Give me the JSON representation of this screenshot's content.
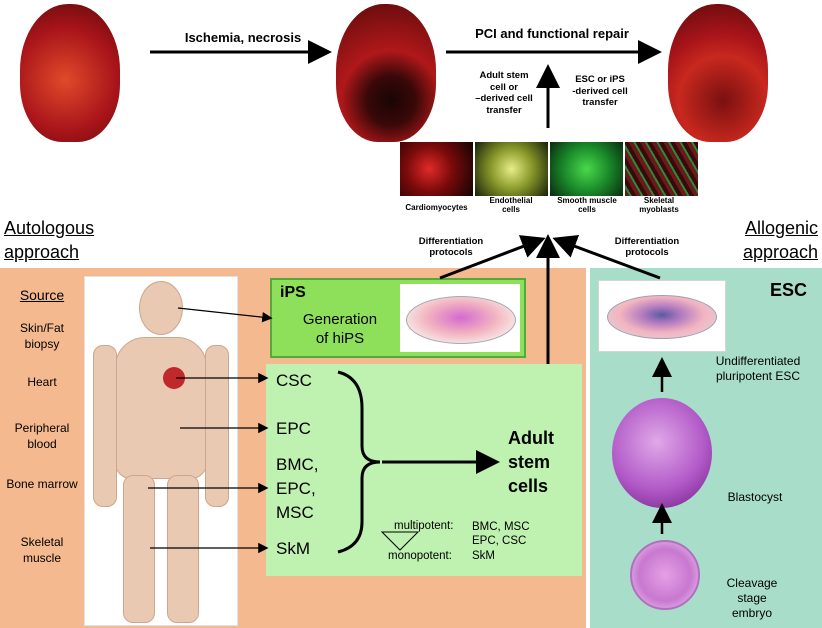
{
  "top": {
    "arrow1_label": "Ischemia, necrosis",
    "arrow2_label": "PCI and functional repair",
    "adult_transfer": [
      "Adult stem",
      "cell or",
      "–derived cell",
      "transfer"
    ],
    "esc_transfer": [
      "ESC or iPS",
      "-derived cell",
      "transfer"
    ]
  },
  "cells": [
    {
      "label": "Cardiomyocytes",
      "color": "#b8161b"
    },
    {
      "label": "Endothelial cells",
      "color": "#c9d05a"
    },
    {
      "label": "Smooth muscle cells",
      "color": "#2aa83a"
    },
    {
      "label": "Skeletal myoblasts",
      "color": "#7a2a2a"
    }
  ],
  "approaches": {
    "autologous": [
      "Autologous",
      "approach"
    ],
    "allogenic": [
      "Allogenic",
      "approach"
    ]
  },
  "differentiation": {
    "left": [
      "Differentiation",
      "protocols"
    ],
    "right": [
      "Differentiation",
      "protocols"
    ]
  },
  "source": {
    "title": "Source",
    "items": [
      "Skin/Fat biopsy",
      "Heart",
      "Peripheral blood",
      "Bone marrow",
      "Skeletal muscle"
    ]
  },
  "ips": {
    "title": "iPS",
    "text": [
      "Generation",
      "of hiPS"
    ]
  },
  "stem": {
    "cells": [
      "CSC",
      "EPC",
      "BMC,",
      "EPC,",
      "MSC",
      "SkM"
    ],
    "adult": [
      "Adult",
      "stem",
      "cells"
    ],
    "multipotent": "multipotent:",
    "multipotent_list": [
      "BMC, MSC",
      "EPC, CSC"
    ],
    "monopotent": "monopotent:",
    "monopotent_list": "SkM"
  },
  "esc": {
    "title": "ESC",
    "undiff": [
      "Undifferentiated",
      "pluripotent ESC"
    ],
    "blastocyst": "Blastocyst",
    "cleavage": [
      "Cleavage",
      "stage",
      "embryo"
    ]
  },
  "colors": {
    "autologous_panel": "#f5b98f",
    "allogenic_panel": "#a8ddc9",
    "ips_box": "#8ee05a",
    "stem_box": "#bff2b0"
  }
}
